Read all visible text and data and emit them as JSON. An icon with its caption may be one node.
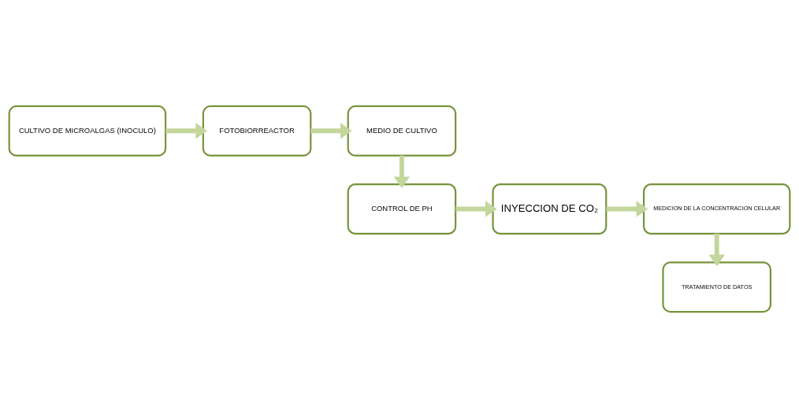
{
  "diagram": {
    "nodes": [
      {
        "text": [
          "CULTIVO DE MICROALGAS (INOCULO)"
        ]
      },
      {
        "text": [
          "FOTOBIORREACTOR"
        ]
      },
      {
        "text": [
          "MEDIO DE CULTIVO"
        ]
      },
      {
        "text": [
          "CONTROL DE PH"
        ]
      },
      {
        "text": [
          "INYECCION DE CO₂"
        ]
      },
      {
        "text": [
          "MEDICION DE LA CONCENTRACION CELULAR"
        ]
      },
      {
        "text": [
          "TRATAMIENTO DE DATOS"
        ]
      }
    ],
    "edges": [
      {
        "from": 0,
        "to": 1,
        "arrow": "to"
      },
      {
        "from": 1,
        "to": 2,
        "arrow": "to"
      },
      {
        "from": 2,
        "to": 3,
        "arrow": "to"
      },
      {
        "from": 3,
        "to": 4,
        "arrow": "to"
      },
      {
        "from": 4,
        "to": 5,
        "arrow": "to"
      },
      {
        "from": 5,
        "to": 6,
        "arrow": "to"
      }
    ]
  }
}
